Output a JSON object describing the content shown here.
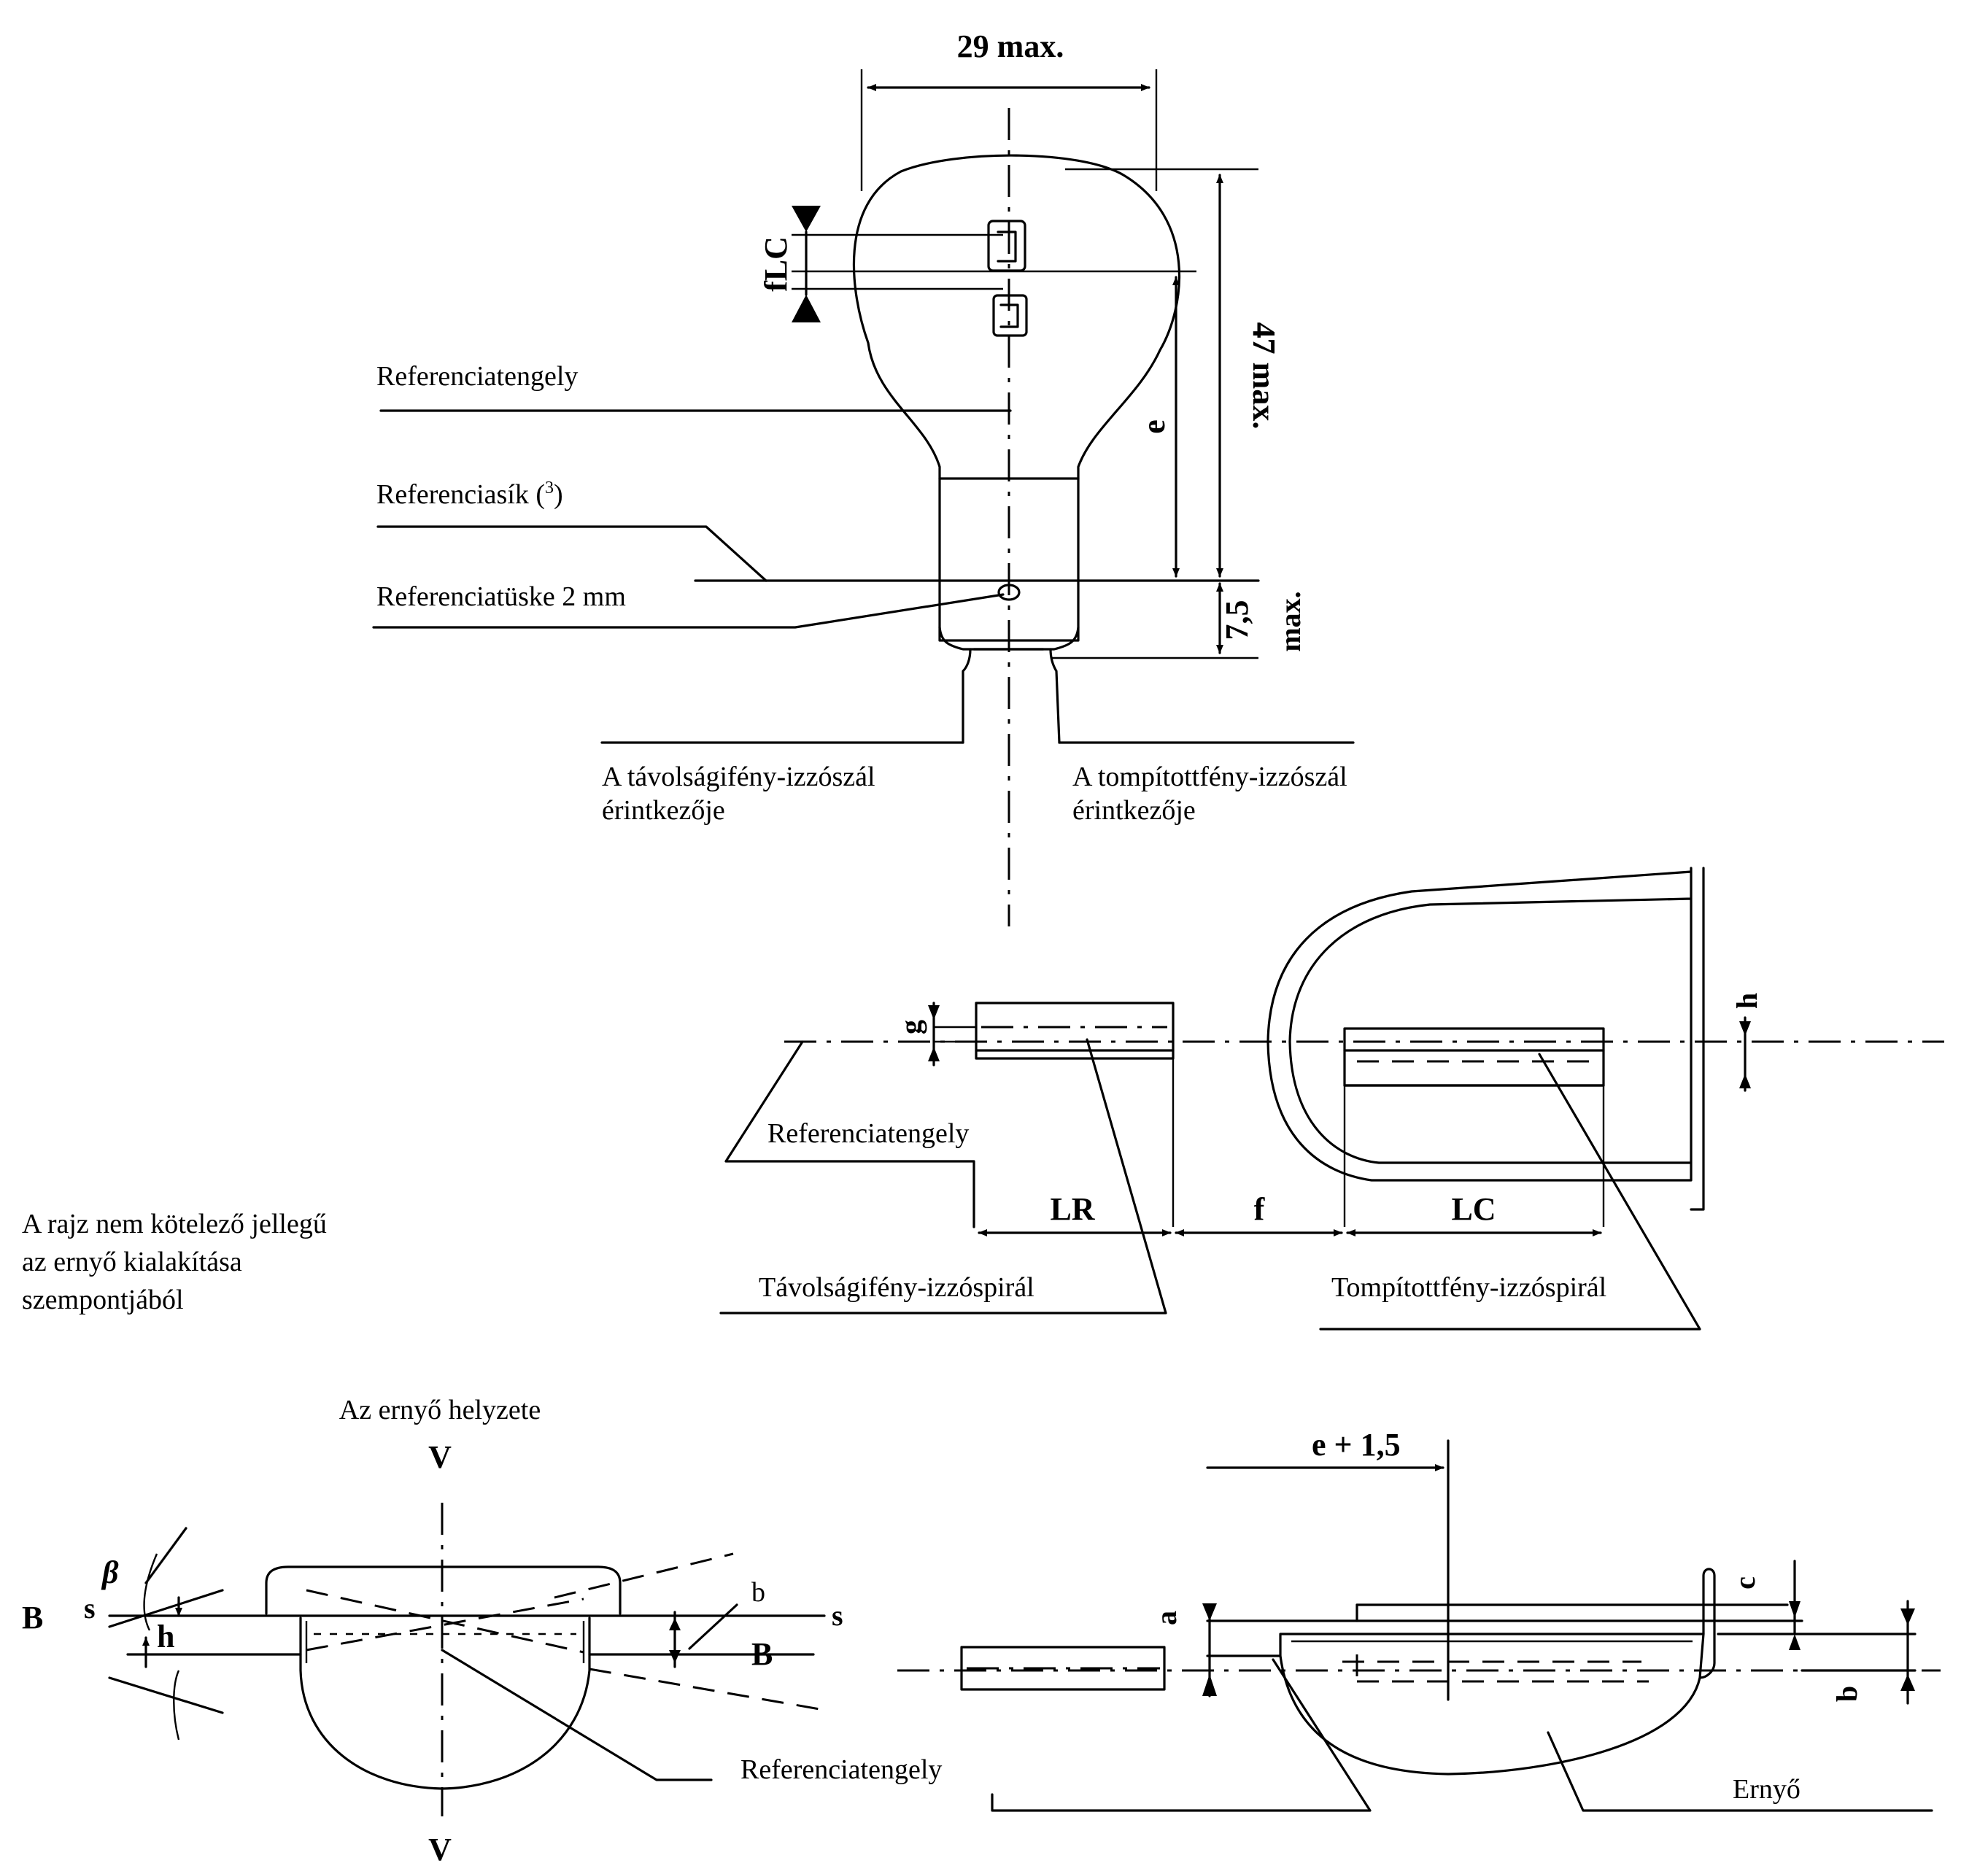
{
  "top_view": {
    "dim_width": "29 max.",
    "dim_height": "47 max.",
    "dim_e": "e",
    "dim_flc": "fLC",
    "dim_75": "7,5",
    "dim_75_suffix": "max.",
    "label_ref_axis": "Referenciatengely",
    "label_ref_plane_main": "Referenciasík (",
    "label_ref_plane_sup": "3",
    "label_ref_plane_end": ")",
    "label_ref_pin": "Referenciatüske 2 mm",
    "label_main_contact_1": "A távolságifény-izzószál",
    "label_main_contact_2": "érintkezője",
    "label_dip_contact_1": "A tompítottfény-izzószál",
    "label_dip_contact_2": "érintkezője"
  },
  "side_view": {
    "dim_g": "g",
    "dim_h": "h",
    "dim_lr": "LR",
    "dim_f": "f",
    "dim_lc": "LC",
    "label_ref_axis": "Referenciatengely",
    "label_main_coil": "Távolságifény-izzóspirál",
    "label_dip_coil": "Tompítottfény-izzóspirál"
  },
  "note": {
    "line1": "A rajz nem kötelező jellegű",
    "line2": "az ernyő kialakítása",
    "line3": "szempontjából"
  },
  "shield_front": {
    "title": "Az ernyő helyzete",
    "v_top": "V",
    "v_bottom": "V",
    "b_left": "B",
    "b_right": "B",
    "s_left": "s",
    "s_right": "s",
    "beta": "β",
    "h": "h",
    "b": "b",
    "label_ref_axis": "Referenciatengely"
  },
  "shield_side": {
    "dim_e15": "e + 1,5",
    "dim_a": "a",
    "dim_c": "c",
    "dim_b": "b",
    "label_shield": "Ernyő"
  }
}
